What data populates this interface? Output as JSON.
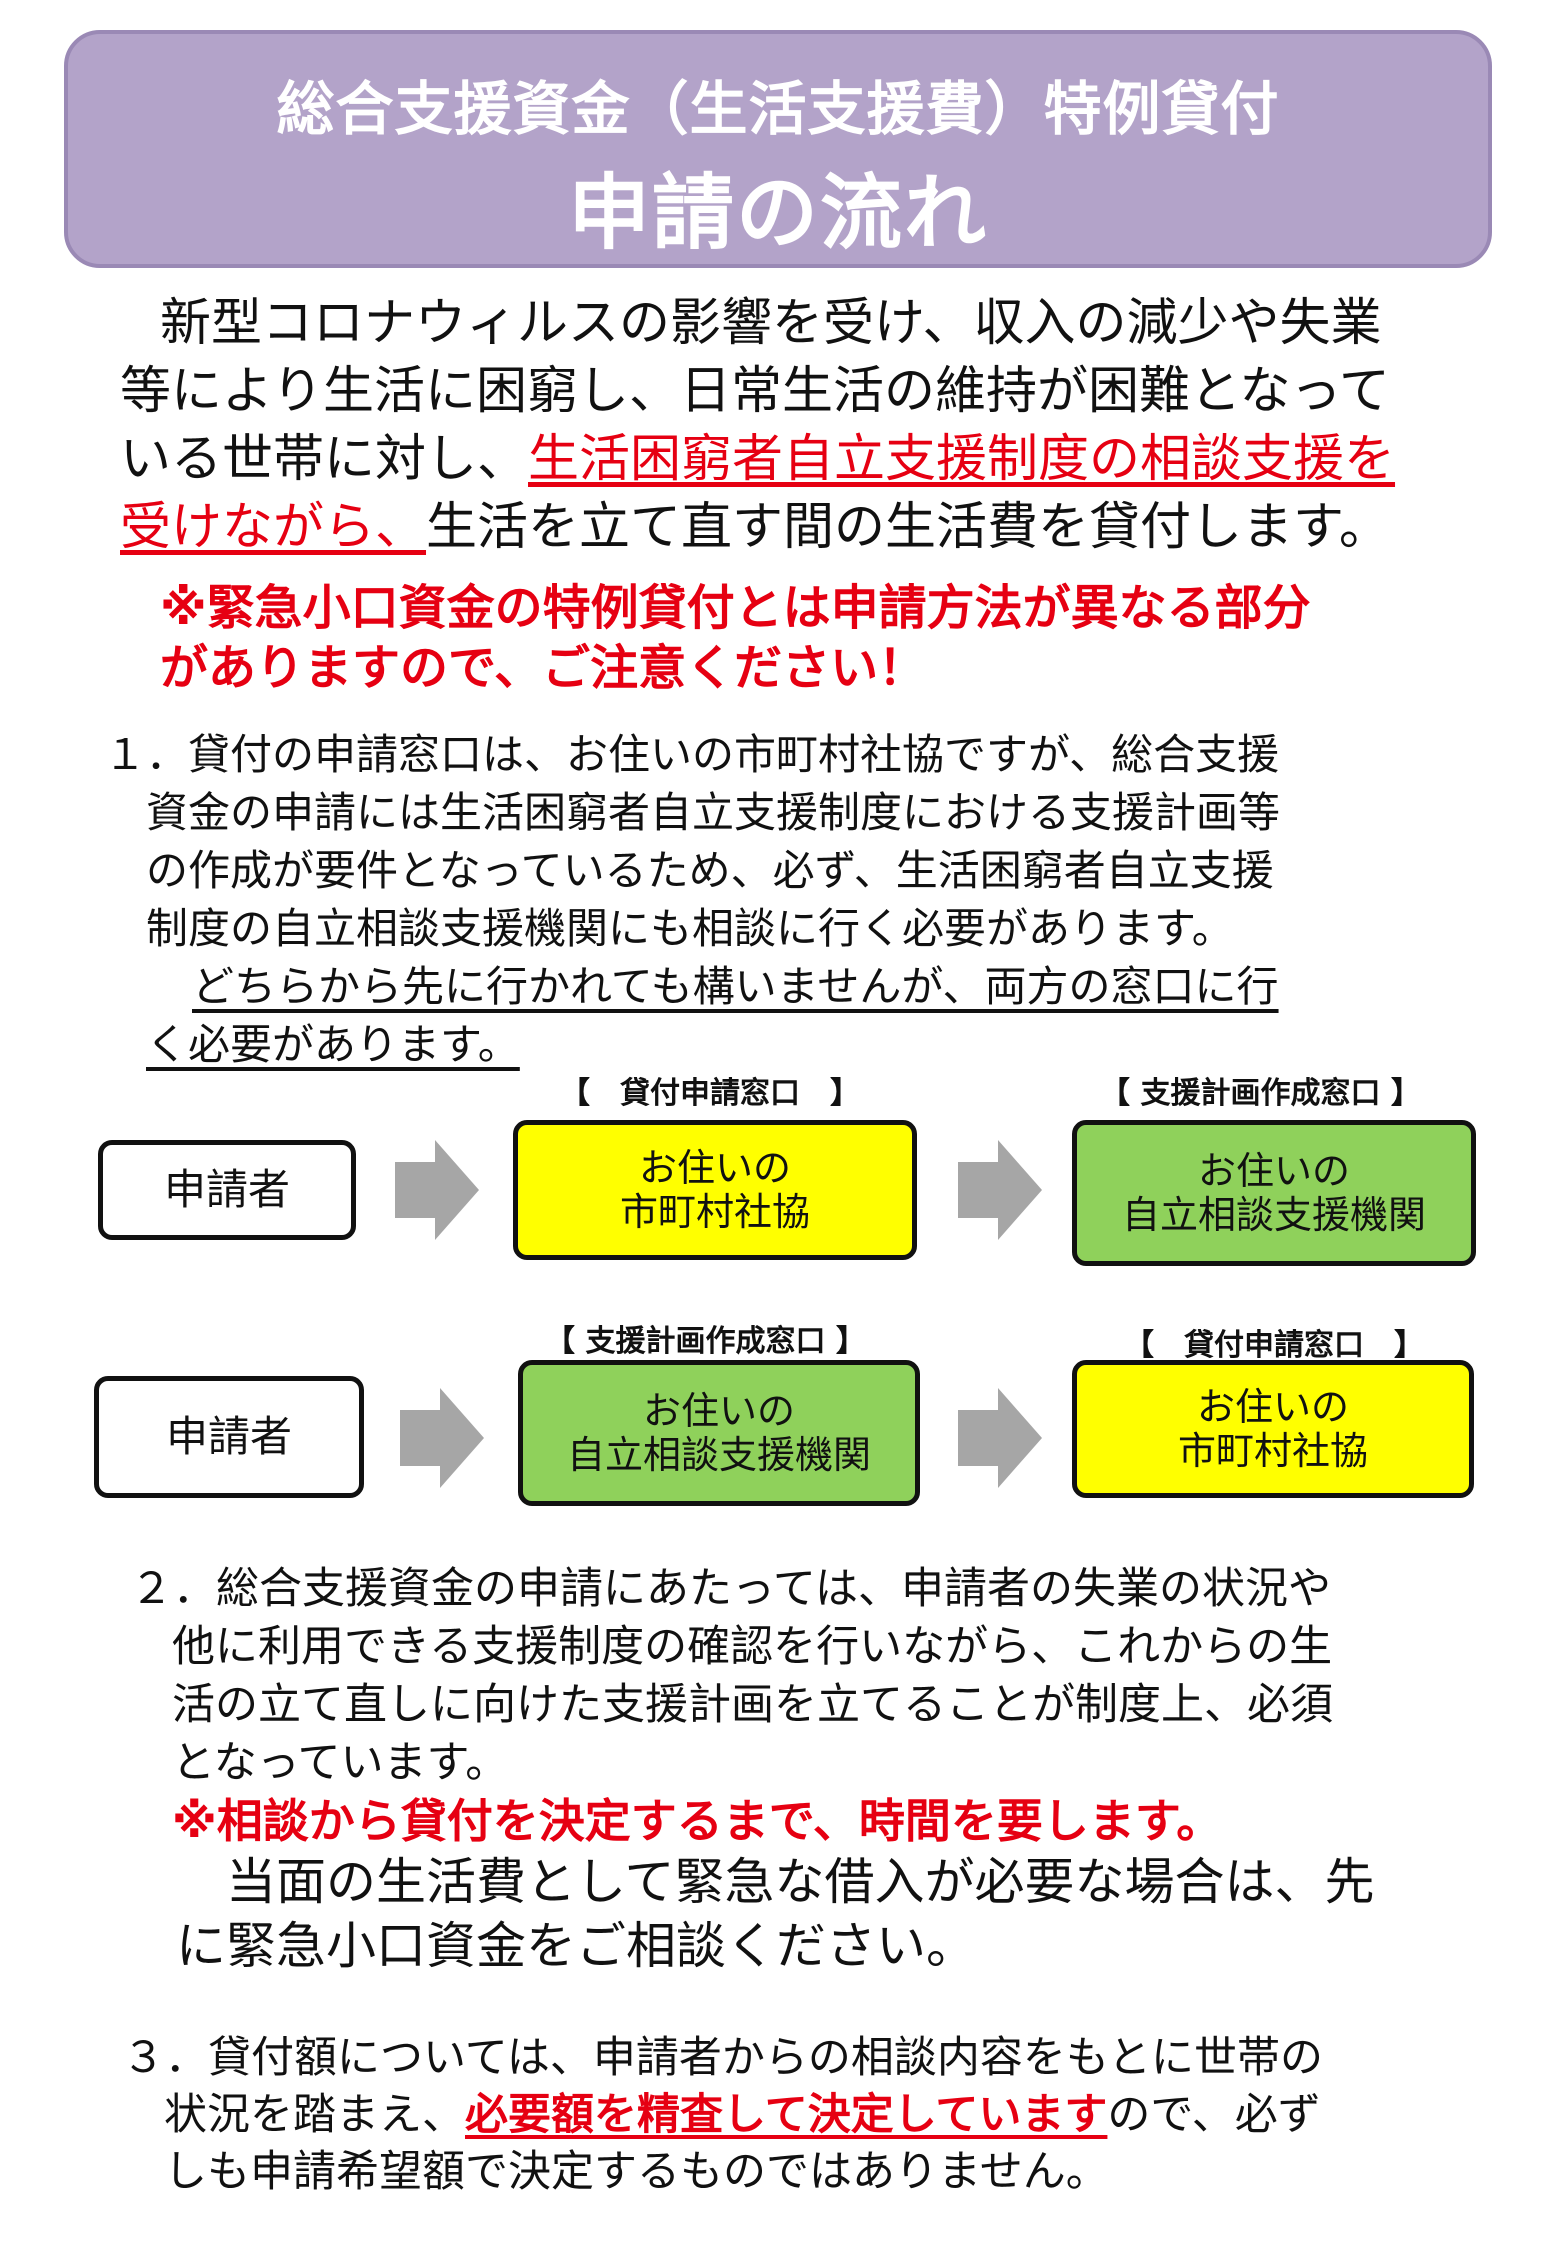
{
  "header": {
    "title_line1": "総合支援資金（生活支援費）特例貸付",
    "title_line2": "申請の流れ"
  },
  "intro": {
    "line1": "新型コロナウィルスの影響を受け、収入の減少や失業",
    "line2": "等により生活に困窮し、日常生活の維持が困難となって",
    "line3_plain": "いる世帯に対し、",
    "line3_red": "生活困窮者自立支援制度の相談支援を",
    "line4_red": "受けながら、",
    "line4_plain": "生活を立て直す間の生活費を貸付します。"
  },
  "notice": {
    "line1": "※緊急小口資金の特例貸付とは申請方法が異なる部分",
    "line2": "がありますので、ご注意ください！"
  },
  "section1": {
    "line1": "１．貸付の申請窓口は、お住いの市町村社協ですが、総合支援",
    "line2": "資金の申請には生活困窮者自立支援制度における支援計画等",
    "line3": "の作成が要件となっているため、必ず、生活困窮者自立支援",
    "line4": "制度の自立相談支援機関にも相談に行く必要があります。",
    "line5": "どちらから先に行かれても構いませんが、両方の窓口に行",
    "line6": "く必要があります。"
  },
  "flow": {
    "row1": {
      "applicant": "申請者",
      "label_a": "【　貸付申請窓口　】",
      "box_a_line1": "お住いの",
      "box_a_line2": "市町村社協",
      "label_b": "【 支援計画作成窓口 】",
      "box_b_line1": "お住いの",
      "box_b_line2": "自立相談支援機関"
    },
    "row2": {
      "applicant": "申請者",
      "label_a": "【 支援計画作成窓口 】",
      "box_a_line1": "お住いの",
      "box_a_line2": "自立相談支援機関",
      "label_b": "【　貸付申請窓口　】",
      "box_b_line1": "お住いの",
      "box_b_line2": "市町村社協"
    },
    "colors": {
      "yellow": "#ffff00",
      "green": "#8fd15b",
      "arrow": "#a6a6a6"
    }
  },
  "section2": {
    "line1": "２．総合支援資金の申請にあたっては、申請者の失業の状況や",
    "line2": "他に利用できる支援制度の確認を行いながら、これからの生",
    "line3": "活の立て直しに向けた支援計画を立てることが制度上、必須",
    "line4": "となっています。",
    "warning": "※相談から貸付を決定するまで、時間を要します。",
    "line5": "当面の生活費として緊急な借入が必要な場合は、先",
    "line6": "に緊急小口資金をご相談ください。"
  },
  "section3": {
    "line1": "３．貸付額については、申請者からの相談内容をもとに世帯の",
    "line2_plain": "状況を踏まえ、",
    "line2_red": "必要額を精査して決定しています",
    "line2_tail": "ので、必ず",
    "line3": "しも申請希望額で決定するものではありません。"
  },
  "accent_color": "#e60012",
  "header_color": "#b3a3c9"
}
